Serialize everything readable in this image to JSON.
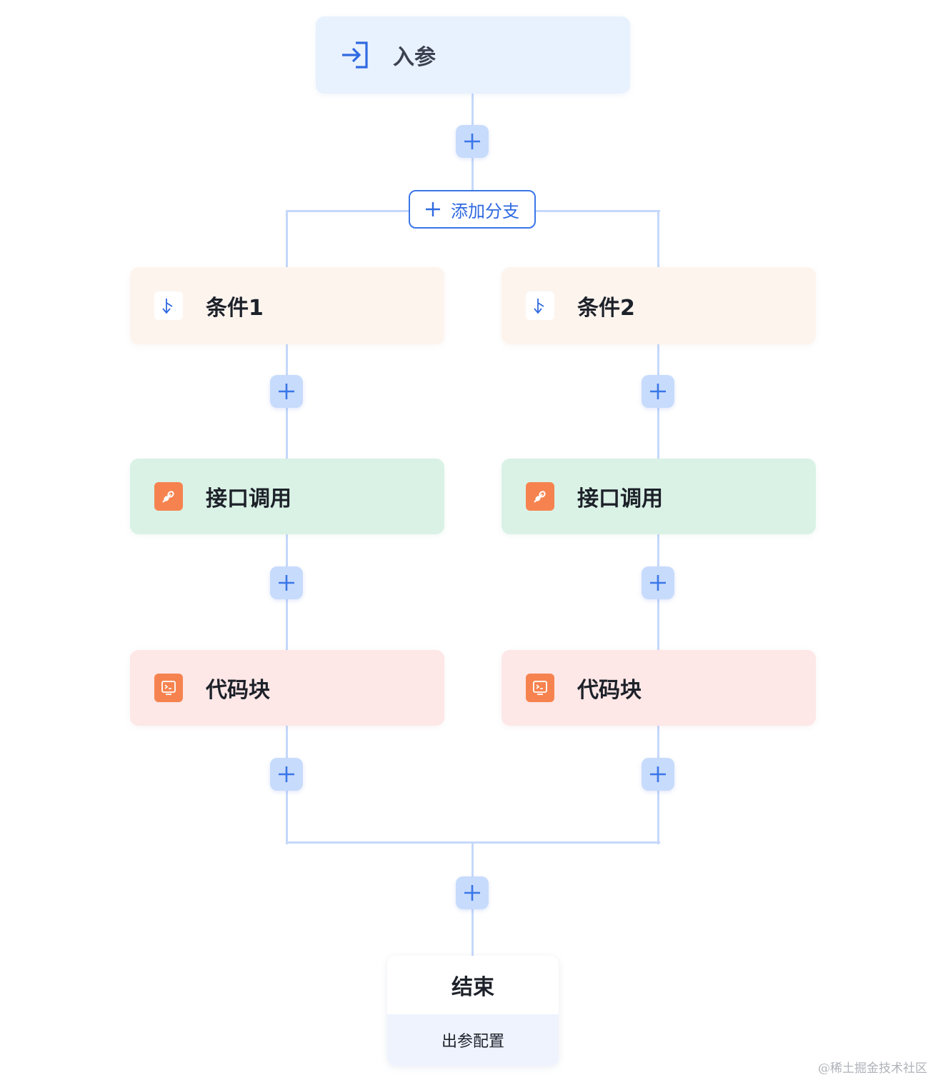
{
  "start_node": {
    "label": "入参",
    "icon": "login-arrow-icon"
  },
  "add_branch": {
    "label": "添加分支",
    "icon": "plus-icon"
  },
  "branches": [
    {
      "condition": {
        "label": "条件1",
        "icon": "branch-split-icon"
      },
      "api": {
        "label": "接口调用",
        "icon": "plug-icon"
      },
      "code": {
        "label": "代码块",
        "icon": "terminal-icon"
      }
    },
    {
      "condition": {
        "label": "条件2",
        "icon": "branch-split-icon"
      },
      "api": {
        "label": "接口调用",
        "icon": "plug-icon"
      },
      "code": {
        "label": "代码块",
        "icon": "terminal-icon"
      }
    }
  ],
  "end_node": {
    "title": "结束",
    "config_label": "出参配置"
  },
  "watermark": "@稀土掘金技术社区",
  "colors": {
    "connector": "#c5d8fb",
    "accent": "#2f6ae0",
    "start_bg": "#e8f1fe",
    "condition_bg": "#fdf4ee",
    "api_bg": "#daf2e6",
    "code_bg": "#fde7e7",
    "icon_orange": "#f6834f"
  }
}
